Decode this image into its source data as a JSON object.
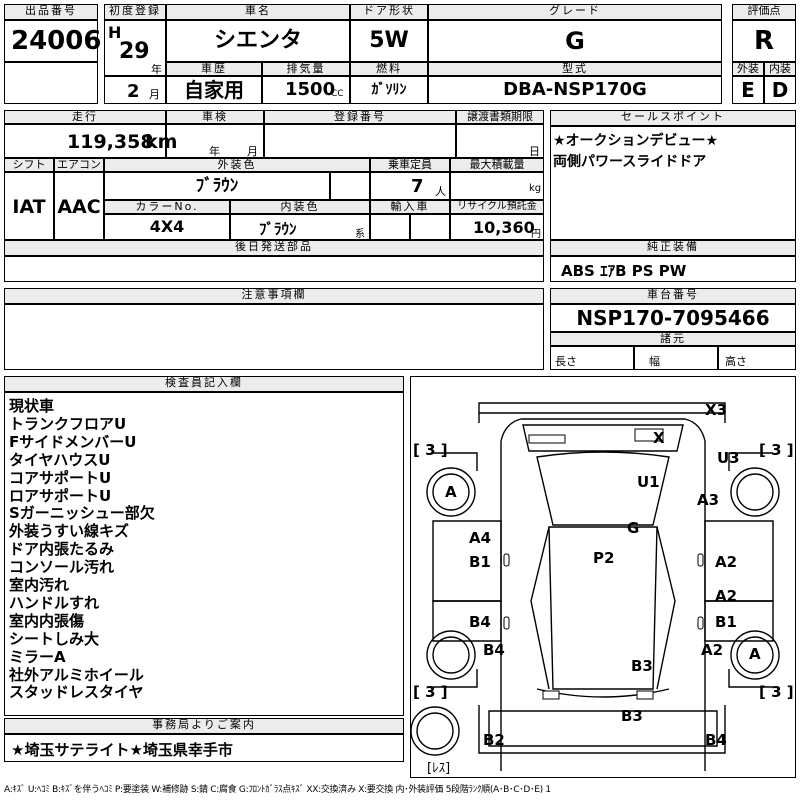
{
  "header": {
    "lot_label": "出品番号",
    "lot_no": "24006",
    "reg_label": "初度登録",
    "era": "H",
    "reg_year": "29",
    "year_unit": "年",
    "reg_month": "2",
    "month_unit": "月",
    "model_label": "車名",
    "model": "シエンタ",
    "door_label": "ドア形状",
    "door": "5W",
    "grade_label": "グレード",
    "grade": "G",
    "score_label": "評価点",
    "score": "R",
    "history_label": "車歴",
    "history": "自家用",
    "displacement_label": "排気量",
    "displacement": "1500",
    "cc": "CC",
    "fuel_label": "燃料",
    "fuel": "ｶﾞｿﾘﾝ",
    "type_label": "型式",
    "type": "DBA-NSP170G",
    "ext_label": "外装",
    "ext": "E",
    "int_label": "内装",
    "int": "D"
  },
  "info": {
    "mileage_label": "走行",
    "mileage": "119,358",
    "km": "km",
    "inspection_label": "車検",
    "insp_year": "年",
    "insp_month": "月",
    "plate_label": "登録番号",
    "transfer_label": "譲渡書類期限",
    "transfer_day": "日",
    "shift_label": "シフト",
    "shift": "IAT",
    "aircon_label": "エアコン",
    "aircon": "AAC",
    "color_label": "外装色",
    "color": "ﾌﾞﾗｳﾝ",
    "capacity_label": "乗車定員",
    "capacity": "7",
    "capacity_unit": "人",
    "load_label": "最大積載量",
    "load_unit": "kg",
    "colorno_label": "カラーNo.",
    "colorno": "4X4",
    "interior_label": "内装色",
    "interior": "ﾌﾞﾗｳﾝ",
    "interior_unit": "系",
    "import_label": "輸入車",
    "recycle_label": "リサイクル預託金",
    "recycle": "10,360",
    "yen": "円",
    "later_label": "後日発送部品"
  },
  "sales": {
    "label": "セールスポイント",
    "lines": [
      "★オークションデビュー★",
      "両側パワースライドドア"
    ]
  },
  "equipment": {
    "label": "純正装備",
    "value": "ABS ｴｱB PS PW"
  },
  "notes": {
    "label": "注意事項欄"
  },
  "chassis": {
    "label": "車台番号",
    "value": "NSP170-7095466",
    "spec_label": "諸元",
    "length": "長さ",
    "width": "幅",
    "height": "高さ"
  },
  "inspector": {
    "label": "検査員記入欄",
    "lines": [
      "現状車",
      "トランクフロアU",
      "FサイドメンバーU",
      "タイヤハウスU",
      "コアサポートU",
      "ロアサポートU",
      "Sガーニッシュー部欠",
      "外装うすい線キズ",
      "ドア内張たるみ",
      "コンソール汚れ",
      "室内汚れ",
      "ハンドルすれ",
      "室内内張傷",
      "シートしみ大",
      "ミラーA",
      "社外アルミホイール",
      "スタッドレスタイヤ"
    ]
  },
  "office": {
    "label": "事務局よりご案内",
    "text": "★埼玉サテライト★埼玉県幸手市"
  },
  "diagram": {
    "marks": [
      "X3",
      "X",
      "U3",
      "U1",
      "A3",
      "G",
      "A4",
      "B1",
      "P2",
      "A2",
      "A2",
      "B1",
      "B4",
      "B4",
      "A2",
      "B3",
      "B3",
      "B2",
      "B4"
    ],
    "tire_brackets": [
      "[ 3 ]",
      "[ 3 ]",
      "[ 3 ]",
      "[ 3 ]"
    ],
    "wheel_marks": [
      "A",
      "A"
    ],
    "spare_label": "[ﾚｽ]"
  },
  "legend": "A:ｷｽﾞ U:ﾍｺﾐ B:ｷｽﾞを伴うﾍｺﾐ P:要塗装 W:補修跡 S:錆 C:腐食 G:ﾌﾛﾝﾄｶﾞﾗｽ点ｷｽﾞ XX:交換済み X:要交換 内･外装評価 5段階ﾗﾝｸ順(A･B･C･D･E) 1"
}
